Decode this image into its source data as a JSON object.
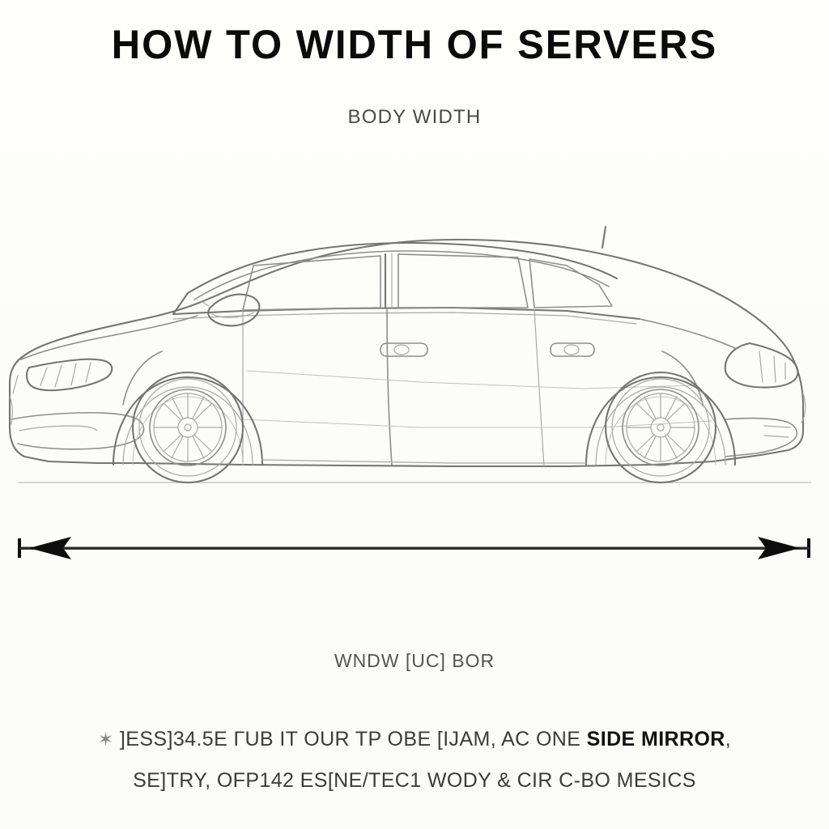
{
  "page": {
    "background_color": "#fdfdfa",
    "text_color": "#3c3c3c"
  },
  "header": {
    "title": "HOW TO WIDTH OF SERVERS",
    "subtitle": "BODY WIDTH"
  },
  "diagram": {
    "name": "sedan-side-view-line-drawing",
    "vehicle_type": "sedan",
    "view": "side profile",
    "stroke_color": "#6f6f6f",
    "ground_line_color": "#bdbdbd",
    "dimension_arrow": {
      "name": "body-width-dimension-arrow",
      "style": "double-headed",
      "color": "#111111",
      "left_tick": true,
      "right_tick": true
    }
  },
  "caption": {
    "text": "WNDW [UC] BOR"
  },
  "notes": {
    "line1_prefix_icon": "snowflake-icon",
    "line1_part_a": "]ESS]34.5E ГUB IT OUR TP OBE [IJAM, AC ONE ",
    "line1_bold": "SIDE MIRROR",
    "line1_part_b": ",",
    "line2": "SE]TRY, OFP142 ES[NE/TEC1 WODY & CIR C-BO MESICS"
  }
}
